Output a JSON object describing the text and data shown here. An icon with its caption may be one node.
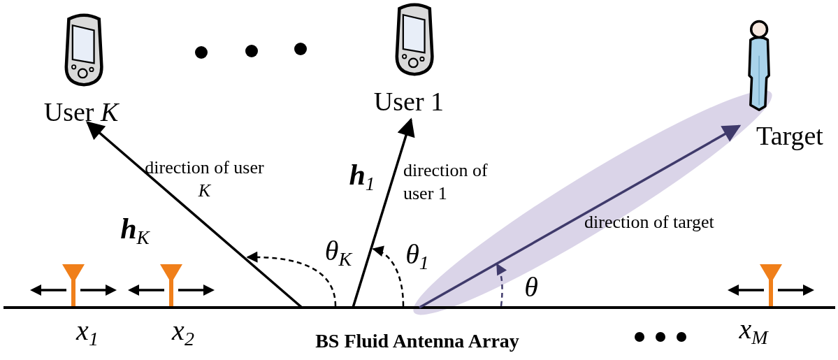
{
  "diagram": {
    "nodes": [
      {
        "text": [
          "User *K*"
        ]
      },
      {
        "text": [
          "User 1"
        ]
      },
      {
        "text": [
          "Target"
        ]
      }
    ],
    "edges": [
      {
        "from": null,
        "to": 0,
        "arrow": "to",
        "label": "direction of user *K*"
      },
      {
        "from": null,
        "to": 1,
        "arrow": "to",
        "label": "direction of user 1"
      },
      {
        "from": null,
        "to": 2,
        "arrow": "to",
        "label": "direction of target",
        "color": "#3f3a6b"
      }
    ],
    "labels": [
      "**h**$_{K}$",
      "**h**$_{1}$",
      "θ$_{K}$",
      "θ$_{1}$",
      "θ",
      "x$_{1}$",
      "x$_{2}$",
      "BS Fluid Antenna Array",
      "x$_{M}$"
    ]
  }
}
